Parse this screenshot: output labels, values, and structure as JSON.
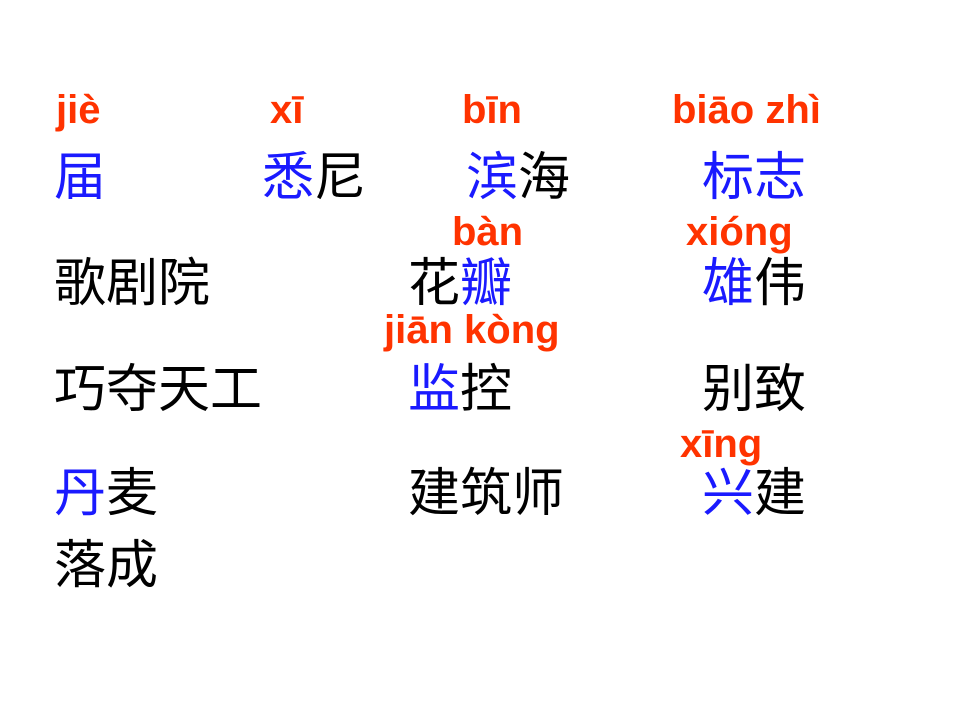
{
  "colors": {
    "pinyin": "#ff3300",
    "highlight": "#1a1aff",
    "text": "#000000",
    "background": "#ffffff"
  },
  "pinyin": {
    "jie": "jiè",
    "xi1": "xī",
    "bin": "bīn",
    "biaozhi": "biāo  zhì",
    "ban": "bàn",
    "xiong": "xióng",
    "jiankong": "jiān  kòng",
    "xing": "xīng"
  },
  "words": {
    "jie": {
      "hi": "届",
      "rest": ""
    },
    "xini": {
      "hi": "悉",
      "rest": "尼"
    },
    "binhai": {
      "hi": "滨",
      "rest": "海"
    },
    "biaozhi": {
      "hi": "标志",
      "rest": ""
    },
    "gejuyuan": {
      "pre": "歌剧院"
    },
    "huaban": {
      "pre": "花",
      "hi": "瓣"
    },
    "xiongwei": {
      "hi": "雄",
      "rest": "伟"
    },
    "qiaoduo": {
      "pre": "巧夺天工"
    },
    "jiankong": {
      "hi": "监",
      "rest": "控"
    },
    "biezhi": {
      "pre": "别致"
    },
    "danmai": {
      "hi": "丹",
      "rest": "麦"
    },
    "jianzhushi": {
      "pre": "建筑师"
    },
    "xingjian": {
      "hi": "兴",
      "rest": "建"
    },
    "luocheng": {
      "pre": "落成"
    }
  }
}
